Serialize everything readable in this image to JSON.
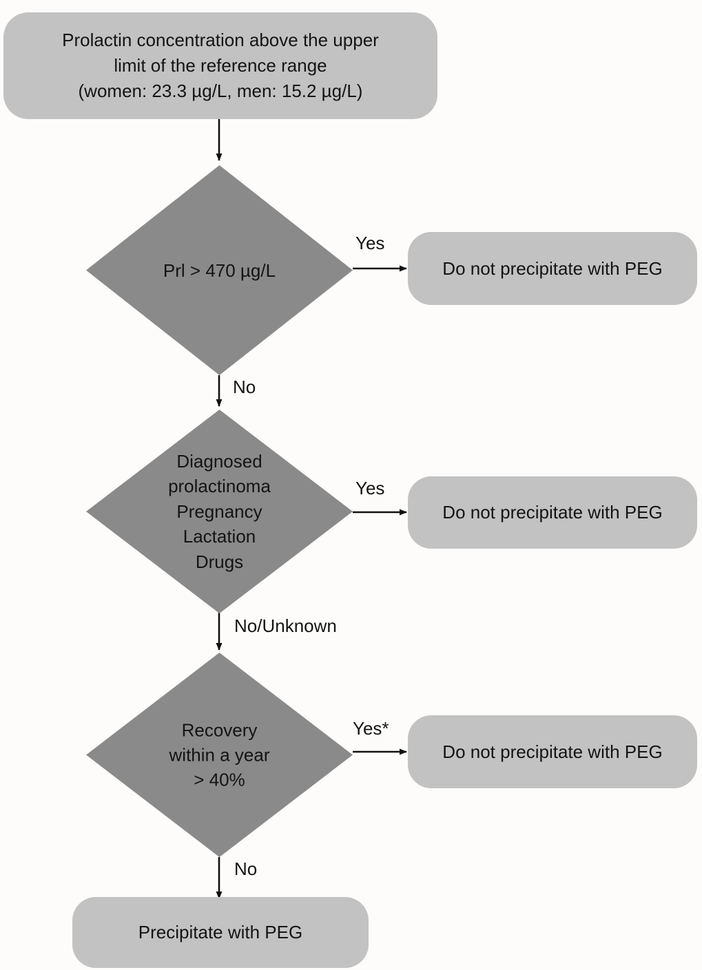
{
  "diagram": {
    "title": "Prolactin macroprolactin PEG precipitation decision flowchart",
    "type": "flowchart",
    "colors": {
      "background": "#fdfcfa",
      "terminal_fill": "#c2c2c2",
      "decision_fill": "#8a8a8a",
      "connector": "#111111",
      "text": "#141414"
    },
    "nodes": {
      "start": {
        "shape": "rounded-rectangle",
        "line1": "Prolactin concentration above the upper",
        "line2": "limit of the reference range",
        "line3": "(women: 23.3 µg/L, men: 15.2 µg/L)"
      },
      "decision1": {
        "shape": "diamond",
        "line1": "Prl > 470 µg/L"
      },
      "decision2": {
        "shape": "diamond",
        "line1": "Diagnosed",
        "line2": "prolactinoma",
        "line3": "Pregnancy",
        "line4": "Lactation",
        "line5": "Drugs"
      },
      "decision3": {
        "shape": "diamond",
        "line1": "Recovery",
        "line2": "within a year",
        "line3": "> 40%"
      },
      "outcome1": {
        "shape": "rounded-rectangle",
        "label": "Do not precipitate with PEG"
      },
      "outcome2": {
        "shape": "rounded-rectangle",
        "label": "Do not precipitate with PEG"
      },
      "outcome3": {
        "shape": "rounded-rectangle",
        "label": "Do not precipitate with PEG"
      },
      "final": {
        "shape": "rounded-rectangle",
        "label": "Precipitate with PEG"
      }
    },
    "edges": {
      "start_to_d1": {
        "label": ""
      },
      "d1_yes": {
        "label": "Yes"
      },
      "d1_no": {
        "label": "No"
      },
      "d2_yes": {
        "label": "Yes"
      },
      "d2_no": {
        "label": "No/Unknown"
      },
      "d3_yes": {
        "label": "Yes*"
      },
      "d3_no": {
        "label": "No"
      }
    }
  }
}
